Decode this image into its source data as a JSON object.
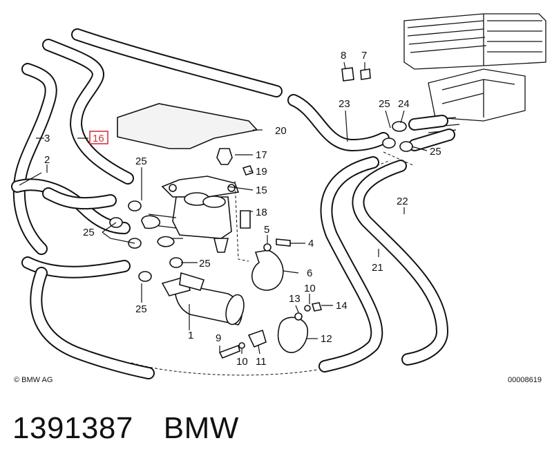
{
  "diagram": {
    "copyright": "© BMW AG",
    "drawing_id": "00008619",
    "highlighted_callout": "16",
    "callouts": {
      "c1": "1",
      "c2": "2",
      "c3": "3",
      "c4": "4",
      "c5": "5",
      "c6": "6",
      "c7": "7",
      "c8": "8",
      "c9": "9",
      "c10a": "10",
      "c10b": "10",
      "c11": "11",
      "c12": "12",
      "c13": "13",
      "c14": "14",
      "c15": "15",
      "c17": "17",
      "c18": "18",
      "c19": "19",
      "c20": "20",
      "c21": "21",
      "c22": "22",
      "c23": "23",
      "c24": "24",
      "c25a": "25",
      "c25b": "25",
      "c25c": "25",
      "c25d": "25",
      "c25e": "25",
      "c25f": "25"
    }
  },
  "footer": {
    "part_number": "1391387",
    "brand": "BMW"
  }
}
